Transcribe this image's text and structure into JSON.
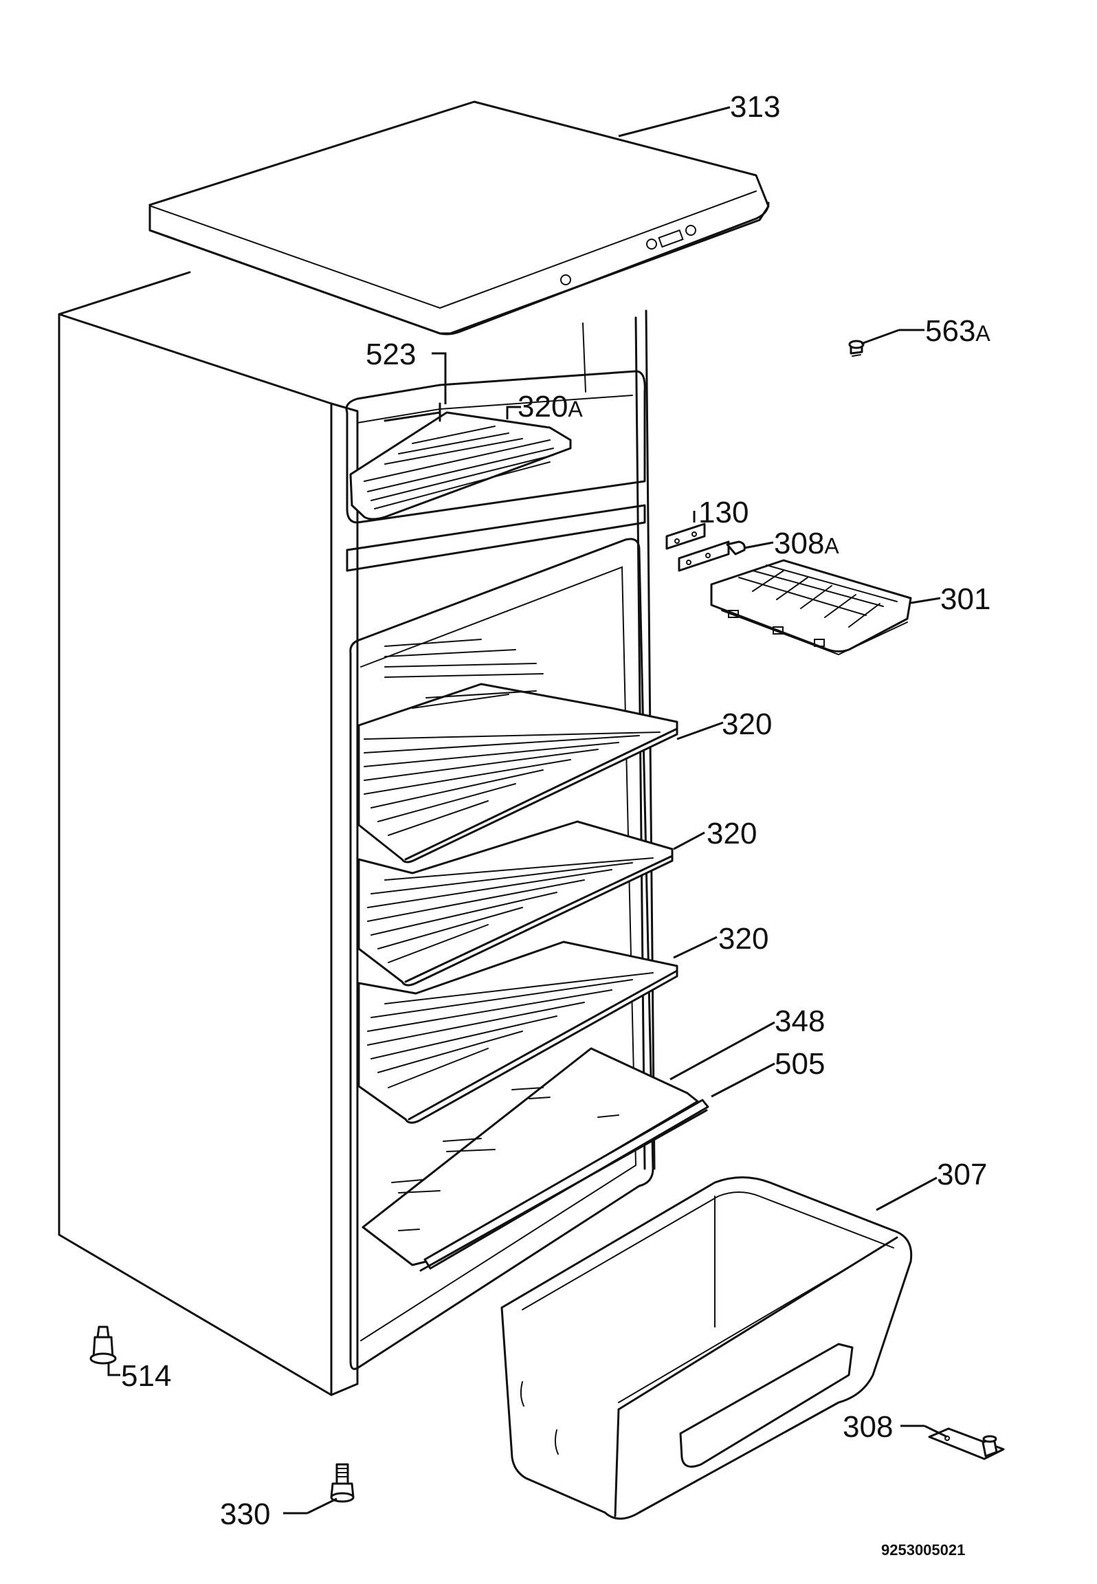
{
  "diagram": {
    "document_code": "9253005021",
    "parts": {
      "p313": "313",
      "p563a": "563",
      "p563a_suffix": "A",
      "p523": "523",
      "p320a": "320",
      "p320a_suffix": "A",
      "p130": "130",
      "p308a": "308",
      "p308a_suffix": "A",
      "p301": "301",
      "p320_1": "320",
      "p320_2": "320",
      "p320_3": "320",
      "p348": "348",
      "p505": "505",
      "p307": "307",
      "p514": "514",
      "p308": "308",
      "p330": "330"
    }
  }
}
